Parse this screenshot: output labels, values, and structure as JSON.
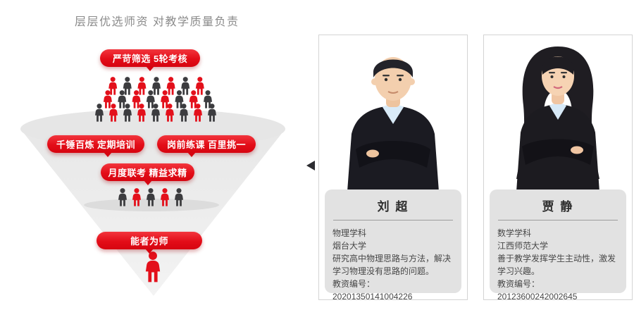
{
  "page": {
    "heading": "层层优选师资 对教学质量负责"
  },
  "funnel": {
    "stages": [
      {
        "label": "严苛筛选 5轮考核"
      },
      {
        "label": "千锤百炼 定期培训"
      },
      {
        "label": "岗前练课 百里挑一"
      },
      {
        "label": "月度联考 精益求精"
      },
      {
        "label": "能者为师"
      }
    ],
    "crowd_rows": [
      {
        "pattern": "rdrdrdr"
      },
      {
        "pattern": "rdrdrdrd"
      },
      {
        "pattern": "drdrdrdrd"
      },
      {
        "pattern": "drdrd"
      }
    ],
    "final_person": {
      "pattern": "r"
    },
    "colors": {
      "person_red": "#e3101b",
      "person_dark": "#3c3c3f",
      "funnel_gray": "#e8e8e8",
      "pill_red": "#e30d18"
    }
  },
  "carousel": {
    "prev_arrow_icon": "left-pointing-triangle"
  },
  "teachers": [
    {
      "name": "刘 超",
      "subject": "物理学科",
      "university": "烟台大学",
      "description": "研究高中物理思路与方法，解决学习物理没有思路的问题。",
      "certificate_label": "教资编号：",
      "certificate_number": "20201350141004226"
    },
    {
      "name": "贾 静",
      "subject": "数学学科",
      "university": "江西师范大学",
      "description": "善于教学发挥学生主动性，激发学习兴趣。",
      "certificate_label": "教资编号：",
      "certificate_number": "20123600242002645"
    }
  ]
}
